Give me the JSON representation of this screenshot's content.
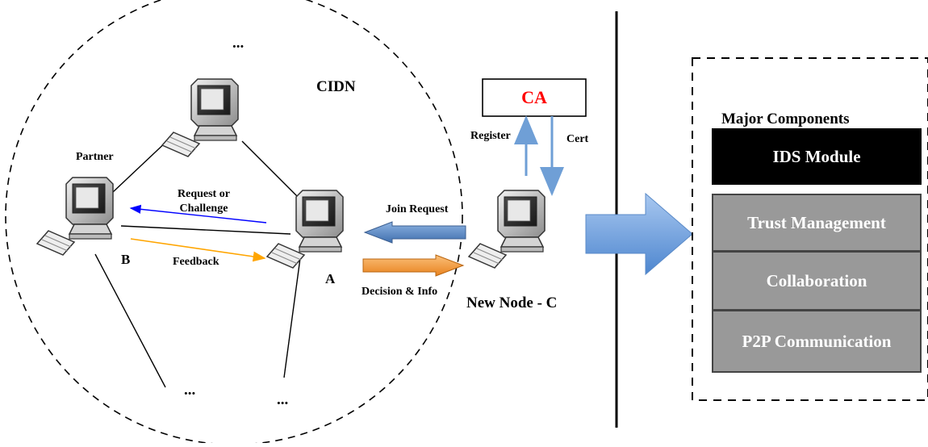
{
  "cidn": {
    "title": "CIDN",
    "ellipsis_top": "...",
    "ellipsis_bottom_left": "...",
    "ellipsis_bottom_right": "..."
  },
  "nodes": {
    "partner_label": "Partner",
    "b_label": "B",
    "a_label": "A",
    "new_node_label": "New Node - C"
  },
  "messages": {
    "request_challenge": "Request or\nChallenge",
    "feedback": "Feedback",
    "join_request": "Join Request",
    "decision_info": "Decision & Info",
    "register": "Register",
    "cert": "Cert"
  },
  "ca": {
    "label": "CA",
    "color": "#ff0000"
  },
  "components": {
    "title": "Major Components",
    "items": [
      "IDS  Module",
      "Trust Management",
      "Collaboration",
      "P2P Communication"
    ],
    "ids_color": "#000000",
    "item_color": "#999999"
  },
  "colors": {
    "request_arrow": "#0000ff",
    "feedback_arrow": "#ffa500",
    "join_arrow": "#4f81bd",
    "decision_arrow": "#f79646",
    "big_arrow": "#6a9edb"
  }
}
